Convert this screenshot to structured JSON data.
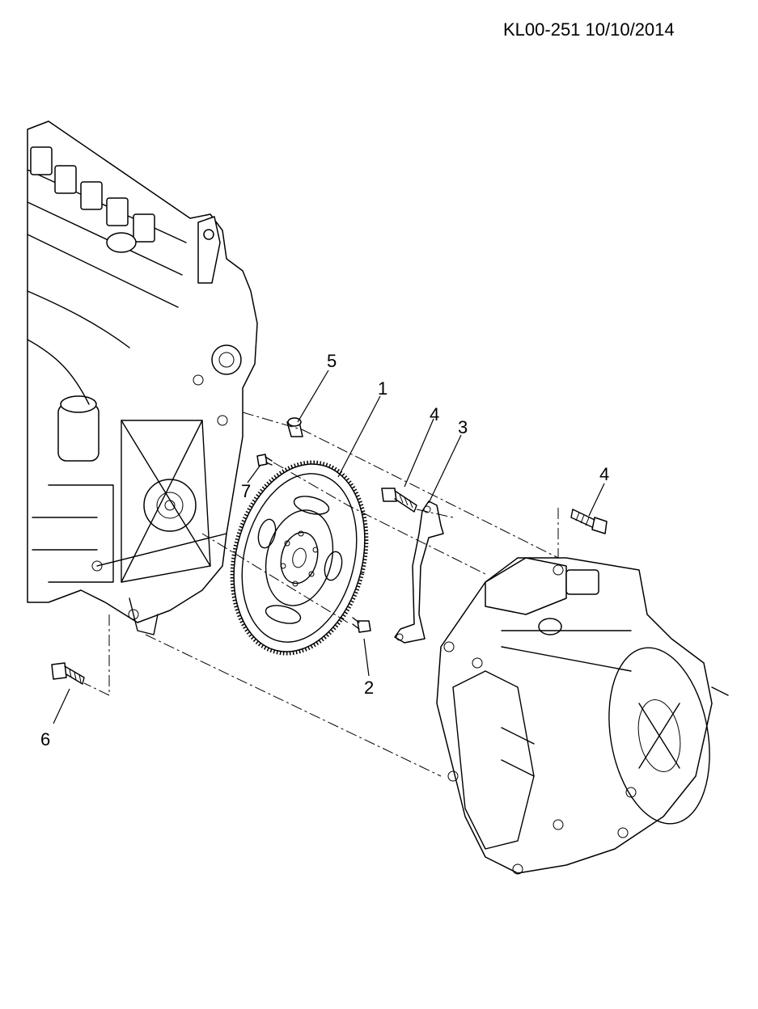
{
  "header": {
    "doc_id": "KL00-251 10/10/2014"
  },
  "callouts": {
    "c1": "1",
    "c2": "2",
    "c3": "3",
    "c4a": "4",
    "c4b": "4",
    "c5": "5",
    "c6": "6",
    "c7": "7"
  },
  "parts": {
    "engine": "engine-block",
    "flywheel": "flexplate-ring-gear",
    "transaxle": "transaxle-housing",
    "bracket": "bracket",
    "dowel": "dowel-sleeve",
    "bolts": "bolt"
  }
}
